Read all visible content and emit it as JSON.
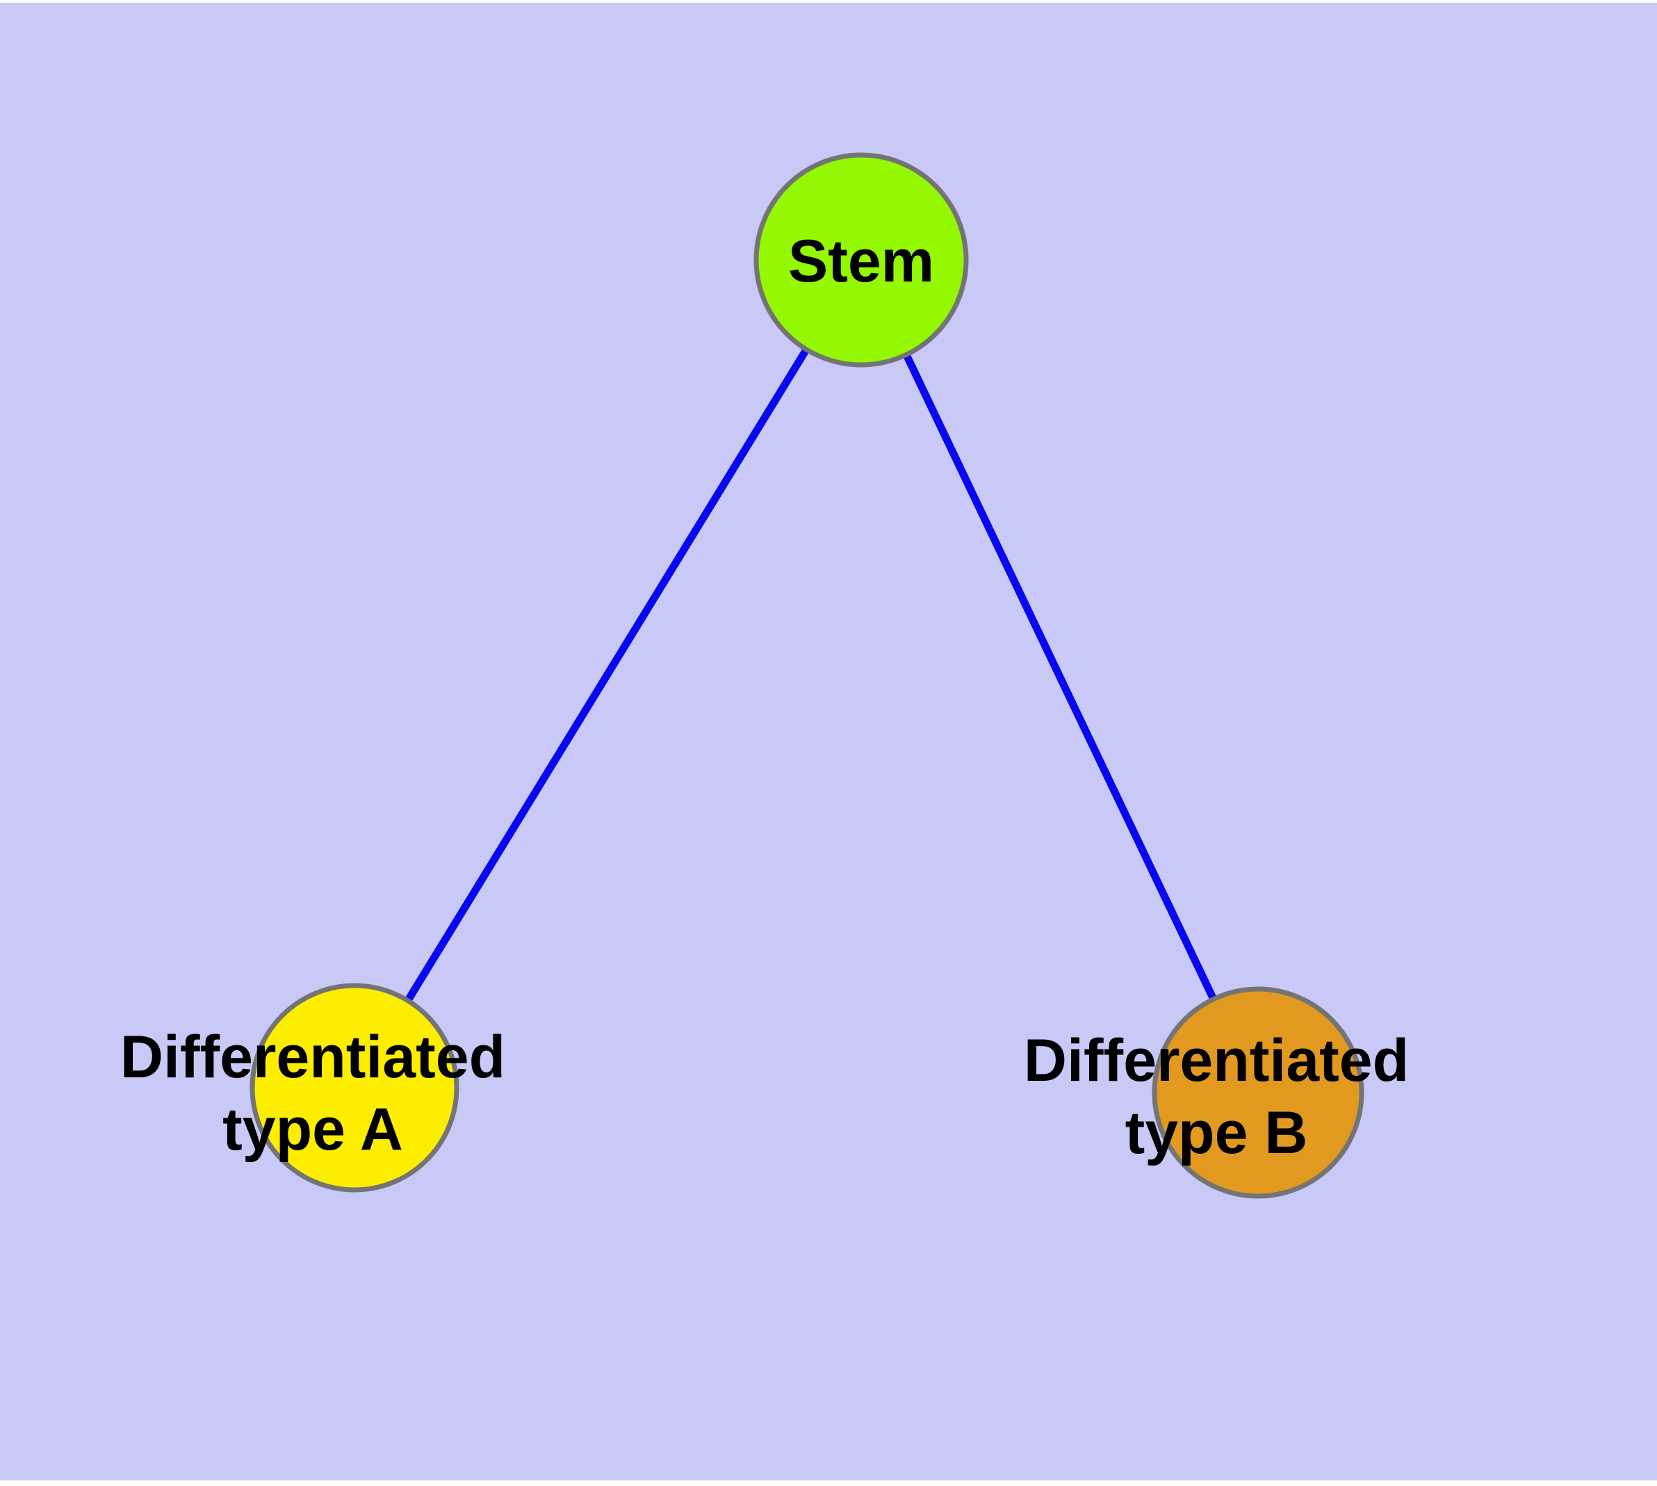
{
  "diagram": {
    "kind": "node-edge-graph",
    "background_color": "#c9c9f8",
    "page_margin_color": "#ffffff",
    "edge_color": "#0707f0",
    "node_border_color": "#747474",
    "label_color": "#000000",
    "nodes": [
      {
        "id": "stem",
        "label": "Stem",
        "lines": [
          "Stem"
        ],
        "fill": "#93f801"
      },
      {
        "id": "differentiated-type-a",
        "label": "Differentiated type A",
        "lines": [
          "Differentiated",
          "type A"
        ],
        "fill": "#fdee00"
      },
      {
        "id": "differentiated-type-b",
        "label": "Differentiated type B",
        "lines": [
          "Differentiated",
          "type B"
        ],
        "fill": "#e2991f"
      }
    ],
    "edges": [
      {
        "from": "Stem",
        "to": "Differentiated type A"
      },
      {
        "from": "Stem",
        "to": "Differentiated type B"
      }
    ]
  }
}
